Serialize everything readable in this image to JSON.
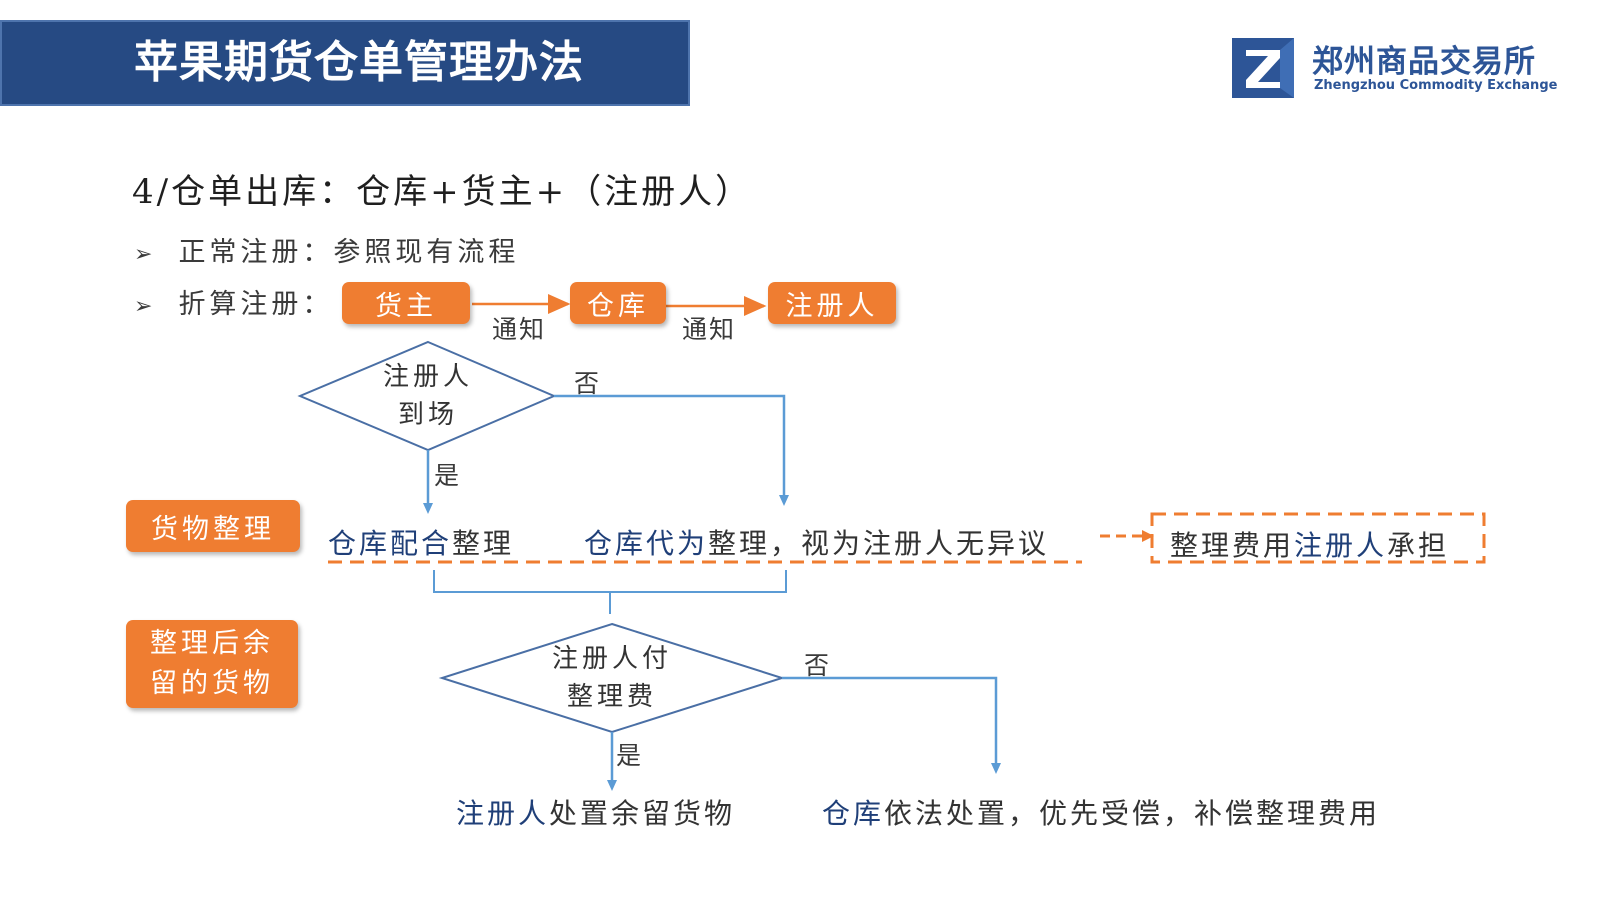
{
  "title": "苹果期货仓单管理办法",
  "logo": {
    "name_cn": "郑州商品交易所",
    "name_en": "Zhengzhou Commodity Exchange",
    "icon": "zce-logo-icon",
    "color": "#2d5597"
  },
  "heading": "4/仓单出库：仓库+货主+（注册人）",
  "bullets": [
    {
      "icon": "arrow-bullet-icon",
      "text": "正常注册：参照现有流程"
    },
    {
      "icon": "arrow-bullet-icon",
      "text": "折算注册："
    }
  ],
  "notify_chain": {
    "boxes": [
      "货主",
      "仓库",
      "注册人"
    ],
    "notify_label_1": "通知",
    "notify_label_2": "通知"
  },
  "side_labels": {
    "goods_sorting": "货物整理",
    "residual_goods": "整理后余留的货物"
  },
  "decision1": {
    "line1": "注册人",
    "line2": "到场",
    "yes": "是",
    "no": "否",
    "yes_result_prefix": "仓库配合",
    "yes_result_suffix": "整理",
    "no_result_prefix": "仓库代为",
    "no_result_suffix": "整理，视为注册人无异议"
  },
  "cost_box": {
    "prefix": "整理费用",
    "highlight": "注册人",
    "suffix": "承担"
  },
  "decision2": {
    "line1": "注册人付",
    "line2": "整理费",
    "yes": "是",
    "no": "否",
    "yes_result_prefix": "注册人",
    "yes_result_suffix": "处置余留货物",
    "no_result_prefix": "仓库",
    "no_result_suffix": "依法处置，优先受偿，补偿整理费用"
  },
  "colors": {
    "orange": "#ef7d31",
    "navy": "#264a83",
    "line_blue": "#5b9bd5",
    "text_blue": "#1f3f78"
  }
}
